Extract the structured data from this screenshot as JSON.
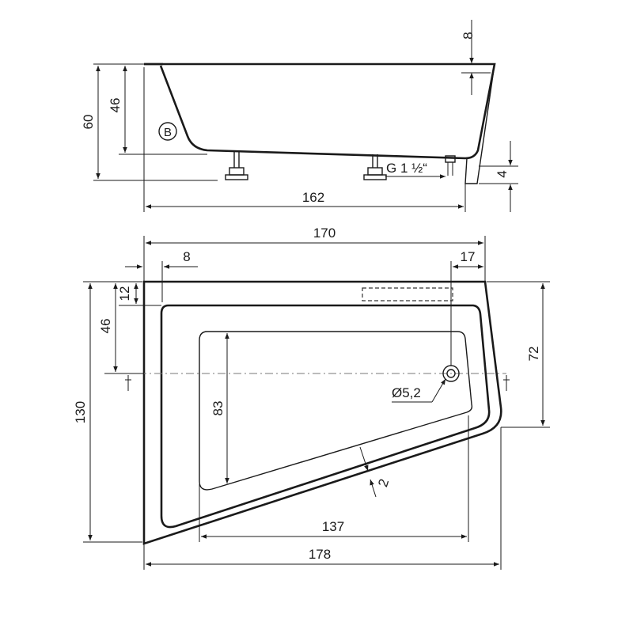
{
  "side_view": {
    "height_total": "60",
    "height_inner": "46",
    "rim_thickness": "8",
    "length_base": "162",
    "foot_height": "4",
    "drain_thread": "G 1 ½“",
    "marker": "B"
  },
  "top_view": {
    "length_top": "170",
    "offset_left": "8",
    "offset_right": "17",
    "rim_top": "12",
    "width_total": "130",
    "drain_offset": "46",
    "width_right": "72",
    "inner_height": "83",
    "drain_diameter": "Ø5,2",
    "wall": "2",
    "inner_length": "137",
    "length_total": "178"
  }
}
